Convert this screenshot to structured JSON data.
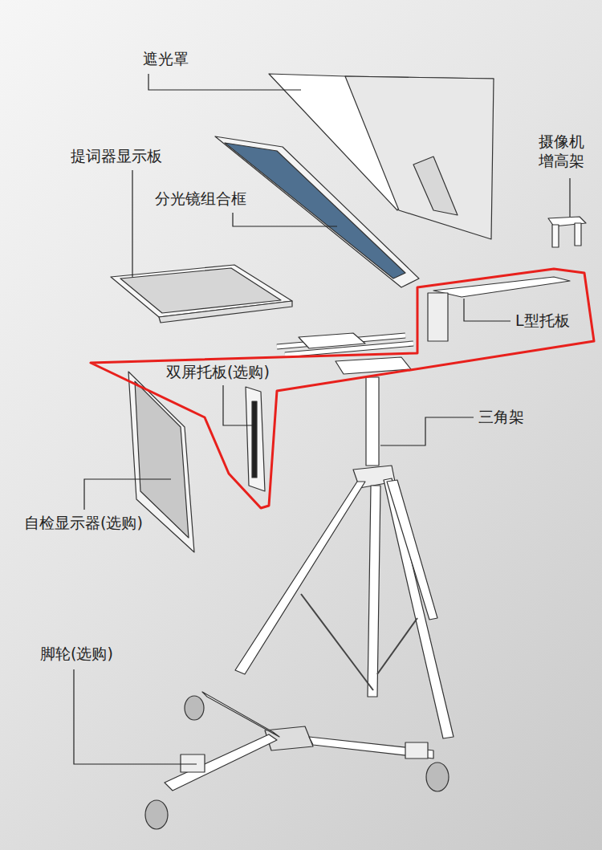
{
  "diagram": {
    "labels": [
      "遮光罩",
      "提词器显示板",
      "分光镜组合框",
      "摄像机 增高架",
      "L型托板",
      "双屏托板(选购)",
      "三角架",
      "自检显示器(选购)",
      "脚轮(选购)"
    ]
  }
}
